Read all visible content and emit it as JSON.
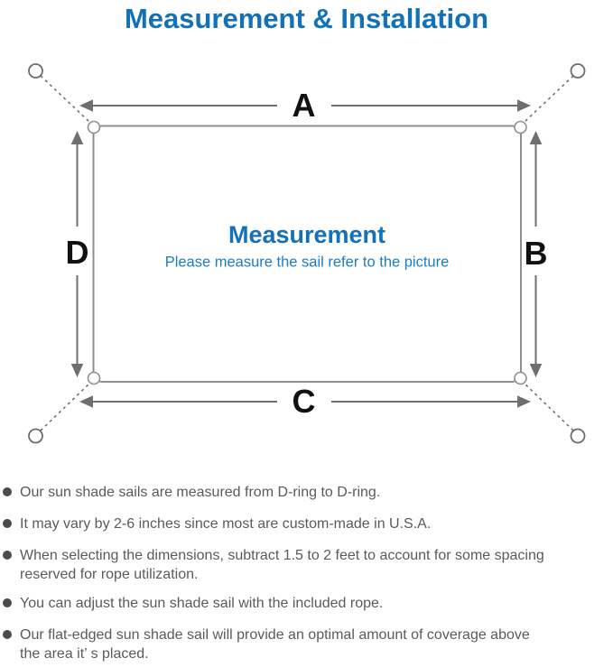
{
  "title": "Measurement & Installation",
  "diagram": {
    "labels": {
      "top": "A",
      "right": "B",
      "bottom": "C",
      "left": "D"
    },
    "center_title": "Measurement",
    "center_subtitle": "Please measure the sail refer to the picture"
  },
  "bullets": [
    {
      "lines": [
        "Our sun shade sails are measured from D-ring to D-ring."
      ]
    },
    {
      "lines": [
        "It may vary by 2-6 inches since most are custom-made in U.S.A."
      ]
    },
    {
      "lines": [
        "When selecting the dimensions, subtract 1.5 to 2 feet to account for some spacing",
        "reserved for rope utilization."
      ]
    },
    {
      "lines": [
        "You can adjust the sun shade sail with the included rope."
      ]
    },
    {
      "lines": [
        "Our flat-edged sun shade sail will provide an optimal amount of coverage above",
        "the area it’ s placed."
      ]
    }
  ],
  "colors": {
    "title_blue": "#1271b7",
    "subtitle_blue": "#1d7dc2",
    "line_gray": "#6f6f6f",
    "outline_gray": "#8f8f8f",
    "text_gray": "#595a5c",
    "label_black": "#111111"
  }
}
